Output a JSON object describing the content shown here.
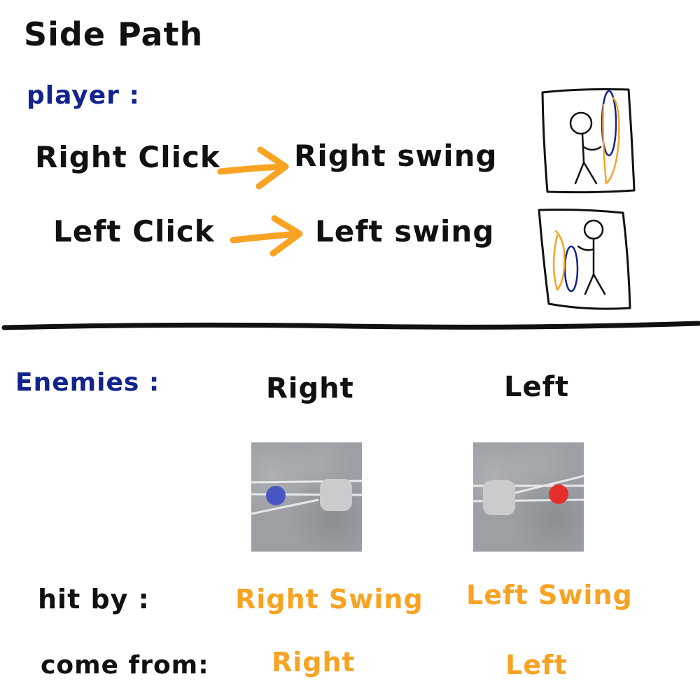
{
  "title": "Side Path",
  "player": {
    "label": "player :",
    "mappings": [
      {
        "input": "Right Click",
        "action": "Right swing"
      },
      {
        "input": "Left Click",
        "action": "Left swing"
      }
    ]
  },
  "enemies": {
    "label": "Enemies :",
    "columns": [
      "Right",
      "Left"
    ],
    "rows": [
      {
        "label": "hit by :",
        "values": [
          "Right Swing",
          "Left Swing"
        ]
      },
      {
        "label": "come from:",
        "values": [
          "Right",
          "Left"
        ]
      }
    ]
  },
  "colors": {
    "ink": "#111111",
    "heading_blue": "#13238c",
    "accent_orange": "#f8a323",
    "enemy_right_dot": "#4a55c4",
    "enemy_left_dot": "#e52e2e"
  },
  "icons": [
    "right-swing-stick-figure-icon",
    "left-swing-stick-figure-icon",
    "arrow-right-icon"
  ]
}
